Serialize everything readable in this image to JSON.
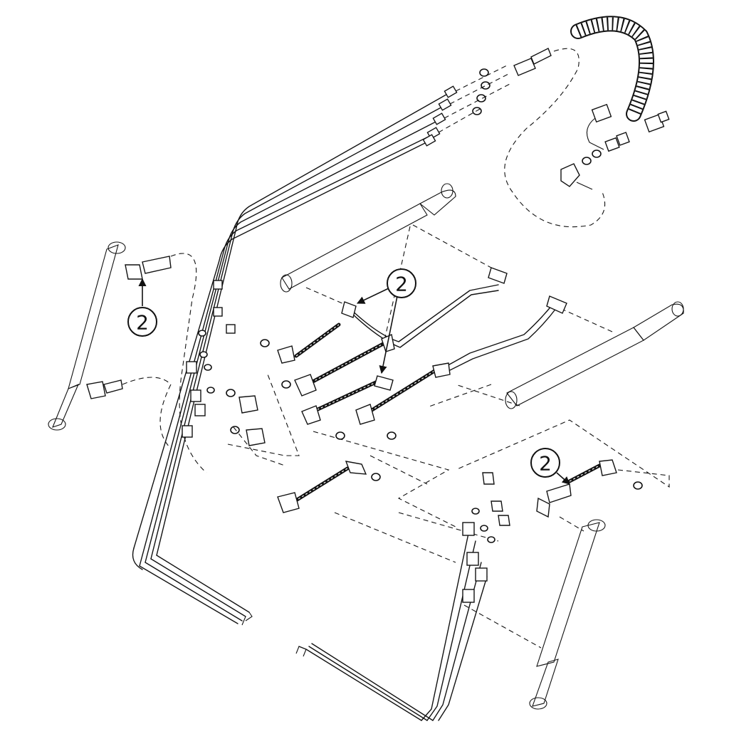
{
  "callouts": [
    {
      "id": "callout-1",
      "label": "2"
    },
    {
      "id": "callout-2",
      "label": "2"
    },
    {
      "id": "callout-3",
      "label": "2"
    }
  ]
}
